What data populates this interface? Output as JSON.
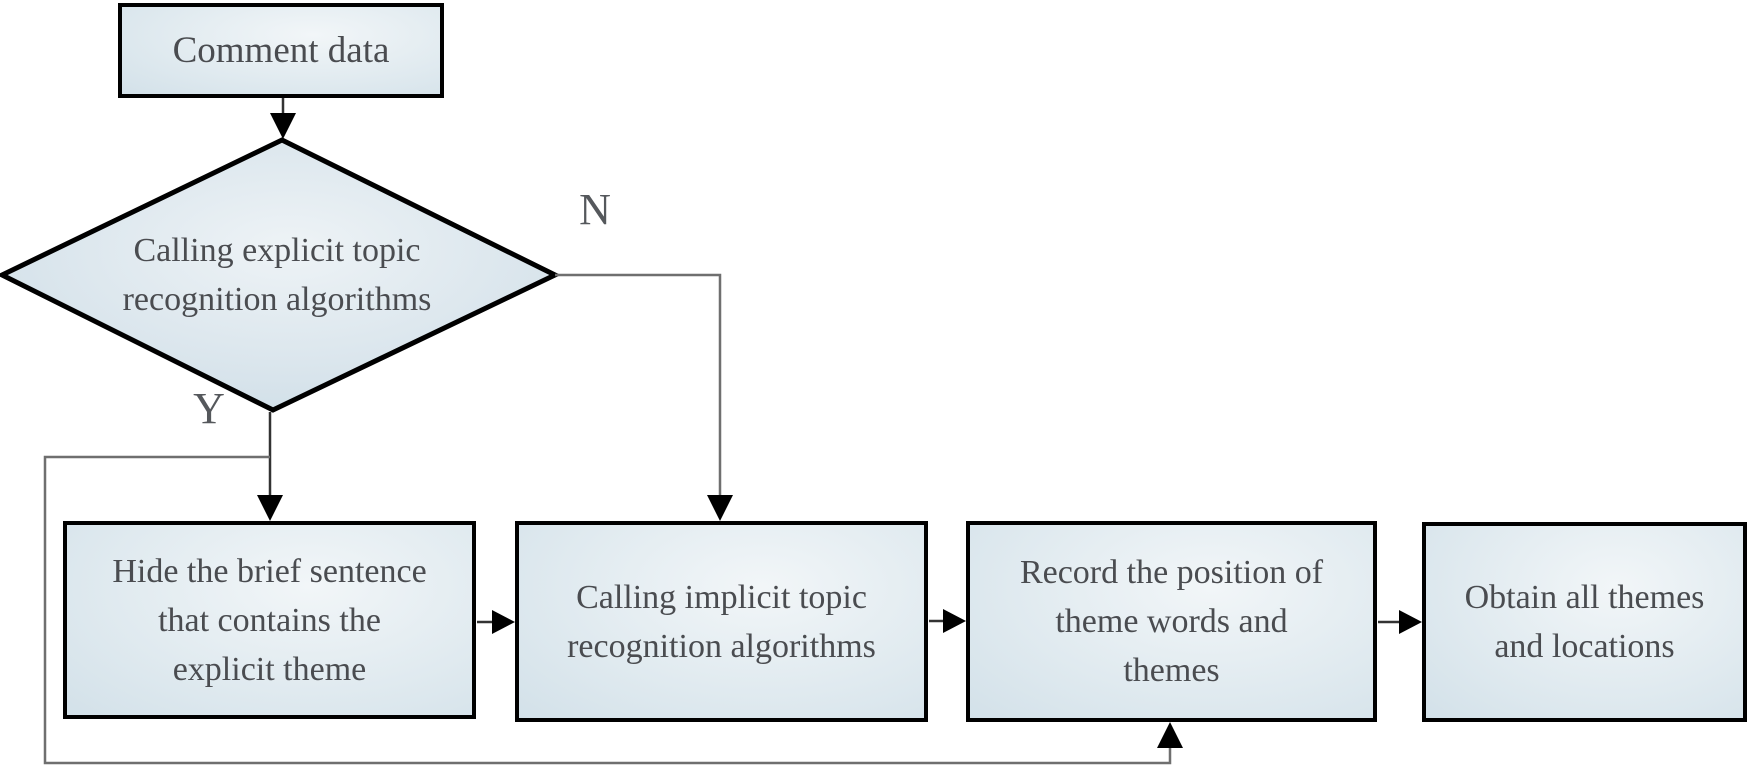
{
  "figure": {
    "type": "flowchart",
    "background": "#ffffff"
  },
  "nodes": {
    "comment": {
      "label": "Comment data",
      "shape": "rectangle"
    },
    "decision": {
      "label": "Calling explicit topic\nrecognition algorithms",
      "shape": "diamond"
    },
    "hide": {
      "label": "Hide the brief sentence\nthat contains the\nexplicit theme",
      "shape": "rectangle"
    },
    "implicit": {
      "label": "Calling implicit topic\nrecognition algorithms",
      "shape": "rectangle"
    },
    "record": {
      "label": "Record the position of\ntheme words and\nthemes",
      "shape": "rectangle"
    },
    "obtain": {
      "label": "Obtain all themes\nand locations",
      "shape": "rectangle"
    }
  },
  "branch_labels": {
    "yes": "Y",
    "no": "N"
  },
  "edges": [
    {
      "from": "comment",
      "to": "decision",
      "label": ""
    },
    {
      "from": "decision",
      "to": "hide",
      "label": "Y"
    },
    {
      "from": "decision",
      "to": "implicit",
      "label": "N"
    },
    {
      "from": "decision",
      "to": "record",
      "label": "Y",
      "route": "left-and-bottom loop into bottom of record"
    },
    {
      "from": "hide",
      "to": "implicit",
      "label": ""
    },
    {
      "from": "implicit",
      "to": "record",
      "label": ""
    },
    {
      "from": "record",
      "to": "obtain",
      "label": ""
    }
  ],
  "colors": {
    "node_border": "#000000",
    "node_fill_light": "#f2f6f8",
    "node_fill_mid": "#dde8ee",
    "node_fill_dark": "#c6d8e3",
    "text": "#4a4c50",
    "branch_text": "#55585c",
    "connector_dark": "#333333",
    "connector_gray": "#6f6f6f",
    "arrowhead": "#000000"
  }
}
